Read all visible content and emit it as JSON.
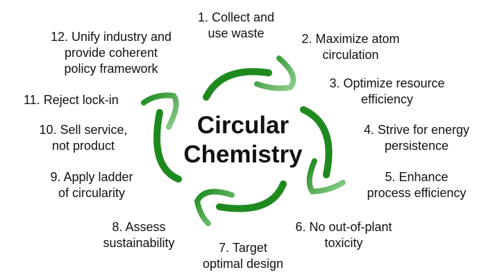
{
  "title": {
    "line1": "Circular",
    "line2": "Chemistry"
  },
  "principles": [
    {
      "line1": "1. Collect and",
      "line2": "use waste"
    },
    {
      "line1": "2. Maximize atom",
      "line2": "circulation"
    },
    {
      "line1": "3. Optimize resource",
      "line2": "efficiency"
    },
    {
      "line1": "4. Strive for energy",
      "line2": "persistence"
    },
    {
      "line1": "5. Enhance",
      "line2": "process efficiency"
    },
    {
      "line1": "6. No out-of-plant",
      "line2": "toxicity"
    },
    {
      "line1": "7. Target",
      "line2": "optimal design"
    },
    {
      "line1": "8. Assess",
      "line2": "sustainability"
    },
    {
      "line1": "9. Apply ladder",
      "line2": "of circularity"
    },
    {
      "line1": "10. Sell service,",
      "line2": "not product"
    },
    {
      "line1": "11. Reject lock-in",
      "line2": ""
    },
    {
      "line1": "12. Unify industry and",
      "line2": "provide coherent",
      "line3": "policy framework"
    }
  ],
  "colors": {
    "arrow_dark": "#1e8a1e",
    "arrow_light": "#6fbf6f"
  }
}
